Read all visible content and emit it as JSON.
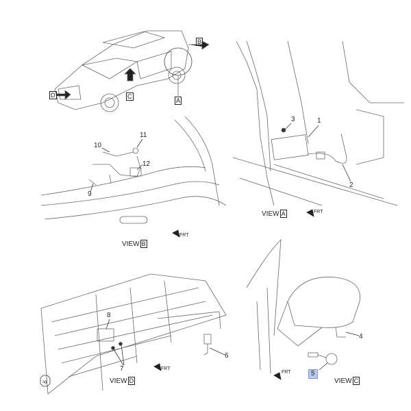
{
  "overview": {
    "arrow_labels": [
      "A",
      "B",
      "C",
      "D"
    ]
  },
  "view_b": {
    "view_word": "VIEW",
    "view_letter": "B",
    "frt": "FRT",
    "callouts": [
      "9",
      "10",
      "11",
      "12"
    ]
  },
  "view_a": {
    "view_word": "VIEW",
    "view_letter": "A",
    "frt": "FRT",
    "callouts": [
      "1",
      "2",
      "3"
    ]
  },
  "view_d": {
    "view_word": "VIEW",
    "view_letter": "D",
    "frt": "FRT",
    "callouts": [
      "6",
      "7",
      "8"
    ],
    "symbol": "sg"
  },
  "view_c": {
    "view_word": "VIEW",
    "view_letter": "C",
    "frt": "FRT",
    "callouts": [
      "4",
      "5"
    ],
    "highlighted_callout": "5"
  },
  "colors": {
    "line": "#555555",
    "highlight": "#b8c8f0"
  }
}
